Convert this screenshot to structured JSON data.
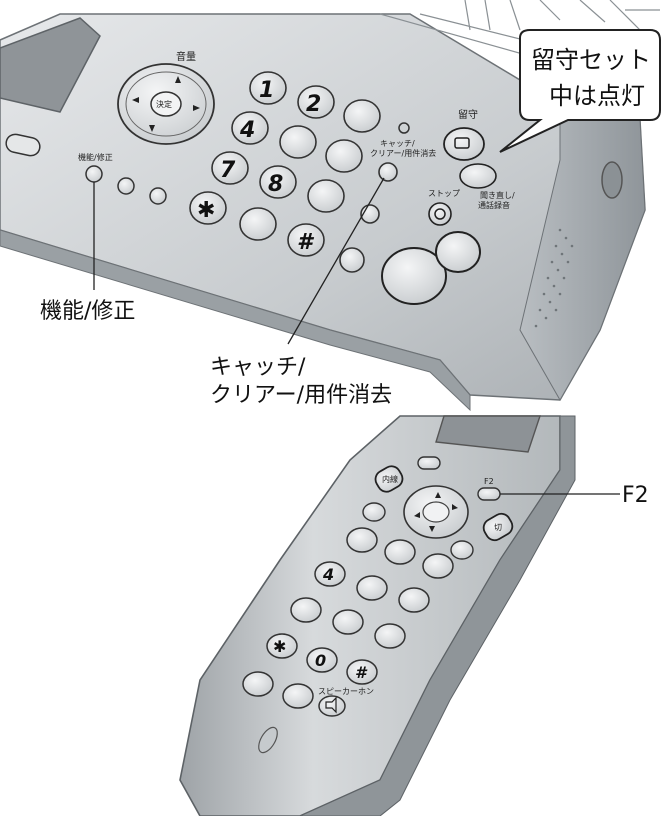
{
  "callouts": {
    "kinou_shusei": "機能/修正",
    "catch_clear_line1": "キャッチ/",
    "catch_clear_line2": "クリアー/用件消去",
    "f2": "F2"
  },
  "bubble": {
    "line1": "留守セット",
    "line2": "中は点灯"
  },
  "base_labels": {
    "volume": "音量",
    "decide": "決定",
    "function_fix": "機能/修正",
    "catch_clear_1": "キャッチ/",
    "catch_clear_2": "クリアー/用件消去",
    "rusu": "留守",
    "playback_1": "聞き直し/",
    "playback_2": "通話録音",
    "stop": "ストップ"
  },
  "base_keys": {
    "k1": "1",
    "k2": "2",
    "k4": "4",
    "k7": "7",
    "k8": "8",
    "star": "✱",
    "hash": "#"
  },
  "handset_labels": {
    "naisen": "内線",
    "f2": "F2",
    "off": "切",
    "k4": "4",
    "star": "✱",
    "k0": "0",
    "hash": "#",
    "speaker": "スピーカーホン"
  }
}
